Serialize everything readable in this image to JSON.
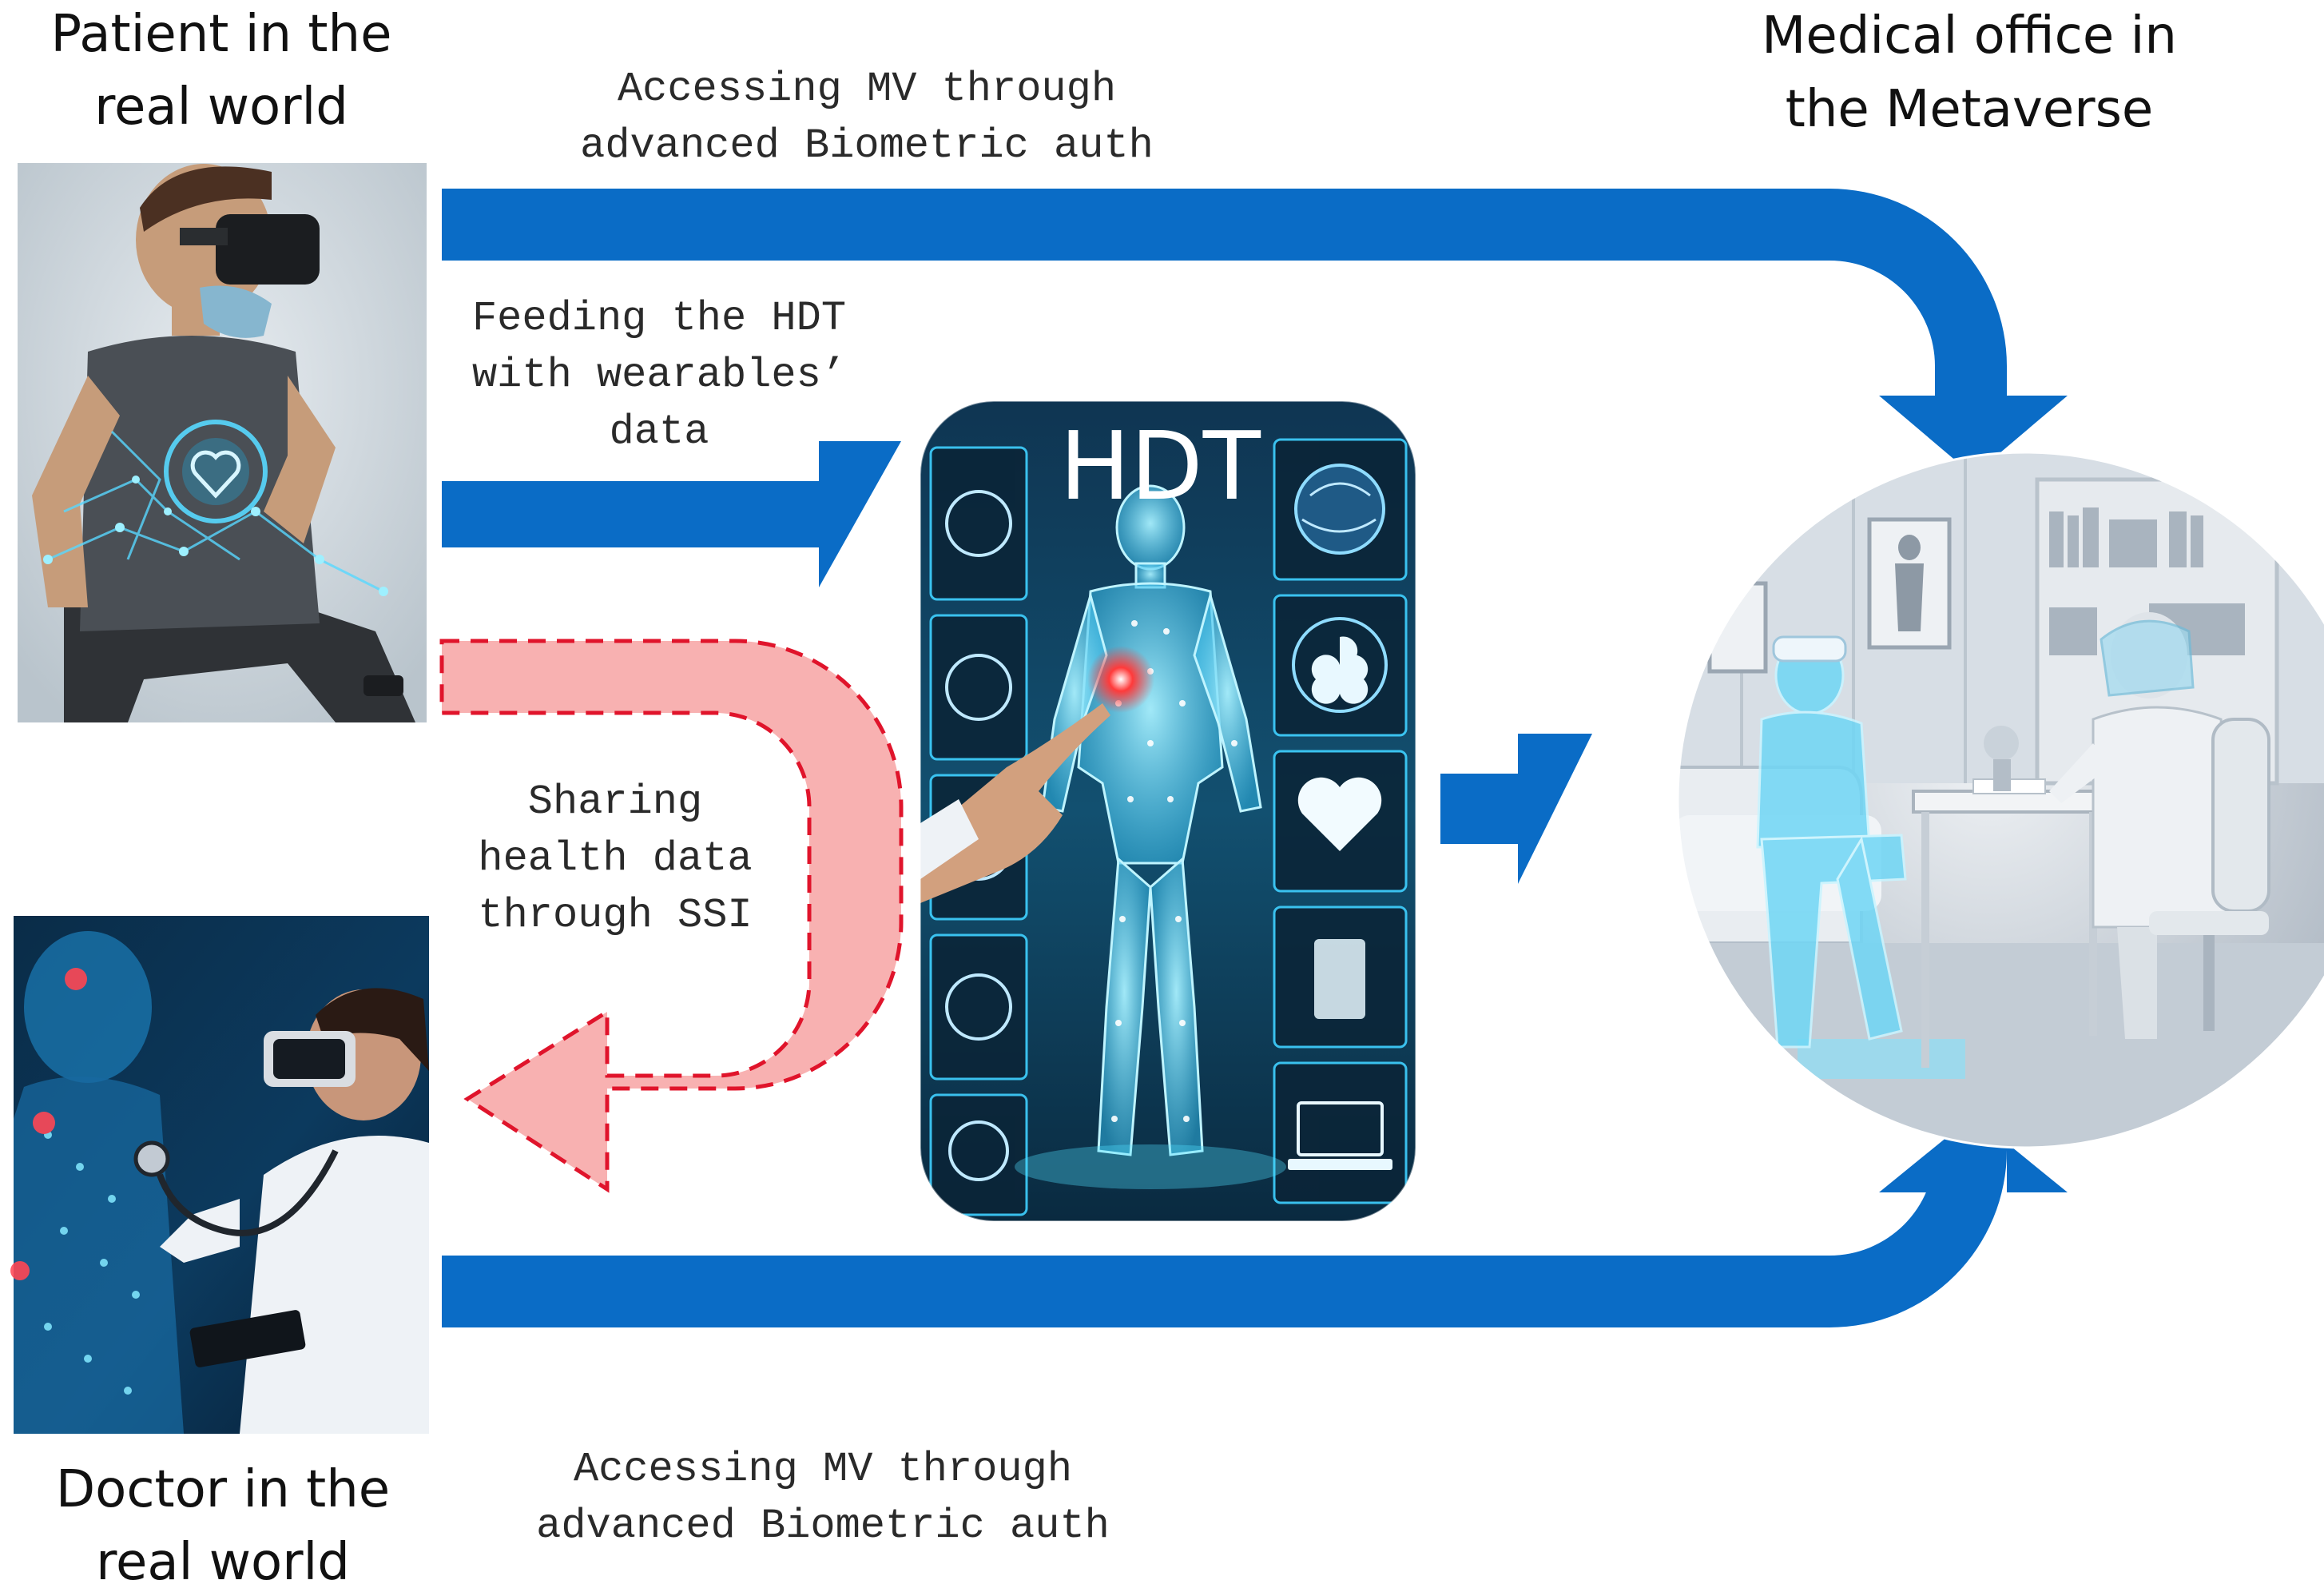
{
  "labels": {
    "patient": [
      "Patient in the",
      "real world"
    ],
    "doctor": [
      "Doctor in the",
      "real world"
    ],
    "office": [
      "Medical office in",
      "the Metaverse"
    ],
    "hdt": "HDT"
  },
  "arrows": {
    "top": [
      "Accessing MV through",
      "advanced Biometric auth"
    ],
    "feeding": [
      "Feeding the HDT",
      "with wearables’",
      "data"
    ],
    "sharing": [
      "Sharing",
      "health data",
      "through SSI"
    ],
    "bottom": [
      "Accessing MV through",
      "advanced Biometric auth"
    ]
  },
  "colors": {
    "arrow_blue": "#0a6cc6",
    "ssi_fill": "#f7a3a3",
    "ssi_dash": "#e0142b",
    "panel_dark": "#0e2a44",
    "panel_glow": "#3fd0ff",
    "office_light": "#cfd6de"
  }
}
